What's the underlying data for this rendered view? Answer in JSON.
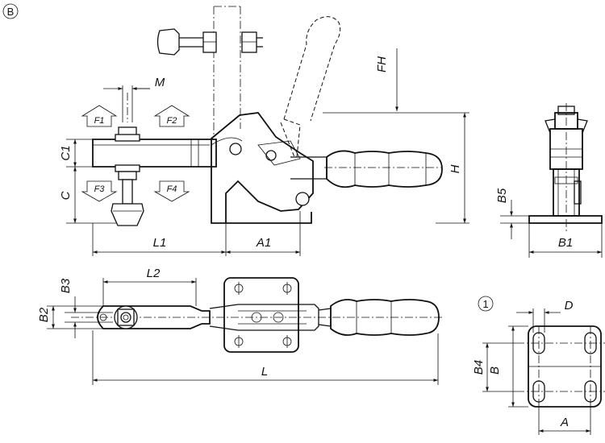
{
  "view_marker": "B",
  "detail_marker": "1",
  "labels": {
    "M": "M",
    "FH": "FH",
    "F1": "F1",
    "F2": "F2",
    "F3": "F3",
    "F4": "F4",
    "C1": "C1",
    "C": "C",
    "H": "H",
    "L1": "L1",
    "A1": "A1",
    "B5": "B5",
    "B1": "B1",
    "B3": "B3",
    "B2": "B2",
    "L2": "L2",
    "L": "L",
    "D": "D",
    "B": "B",
    "B4": "B4",
    "A": "A"
  }
}
